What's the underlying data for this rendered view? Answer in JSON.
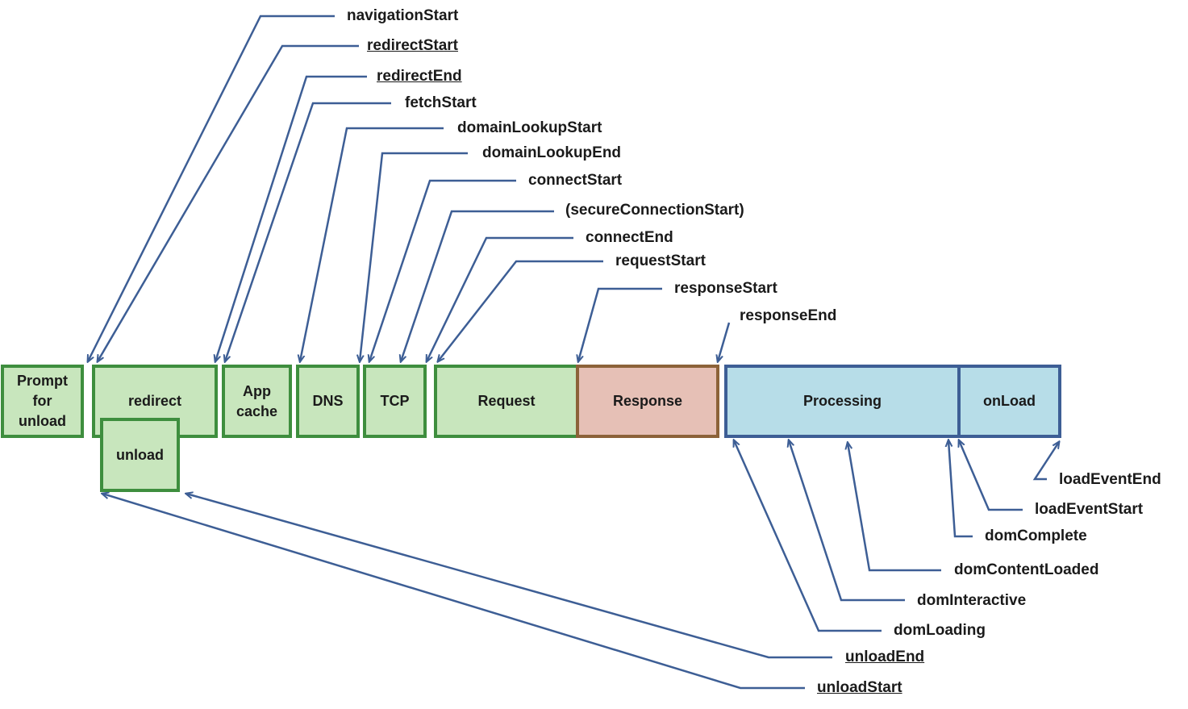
{
  "phases": {
    "prompt_unload": "Prompt\nfor\nunload",
    "redirect": "redirect",
    "unload": "unload",
    "app_cache": "App\ncache",
    "dns": "DNS",
    "tcp": "TCP",
    "request": "Request",
    "response": "Response",
    "processing": "Processing",
    "onload": "onLoad"
  },
  "events": {
    "navigationStart": "navigationStart",
    "redirectStart": "redirectStart",
    "redirectEnd": "redirectEnd",
    "fetchStart": "fetchStart",
    "domainLookupStart": "domainLookupStart",
    "domainLookupEnd": "domainLookupEnd",
    "connectStart": "connectStart",
    "secureConnectionStart": "(secureConnectionStart)",
    "connectEnd": "connectEnd",
    "requestStart": "requestStart",
    "responseStart": "responseStart",
    "responseEnd": "responseEnd",
    "loadEventEnd": "loadEventEnd",
    "loadEventStart": "loadEventStart",
    "domComplete": "domComplete",
    "domContentLoaded": "domContentLoaded",
    "domInteractive": "domInteractive",
    "domLoading": "domLoading",
    "unloadEnd": "unloadEnd",
    "unloadStart": "unloadStart"
  },
  "colors": {
    "network_fill": "#c8e6bd",
    "network_border": "#3e8e3e",
    "response_fill": "#e6c0b6",
    "response_border": "#8c6239",
    "processing_fill": "#b7dde8",
    "processing_border": "#3d5e95",
    "connector": "#3d5e95"
  }
}
